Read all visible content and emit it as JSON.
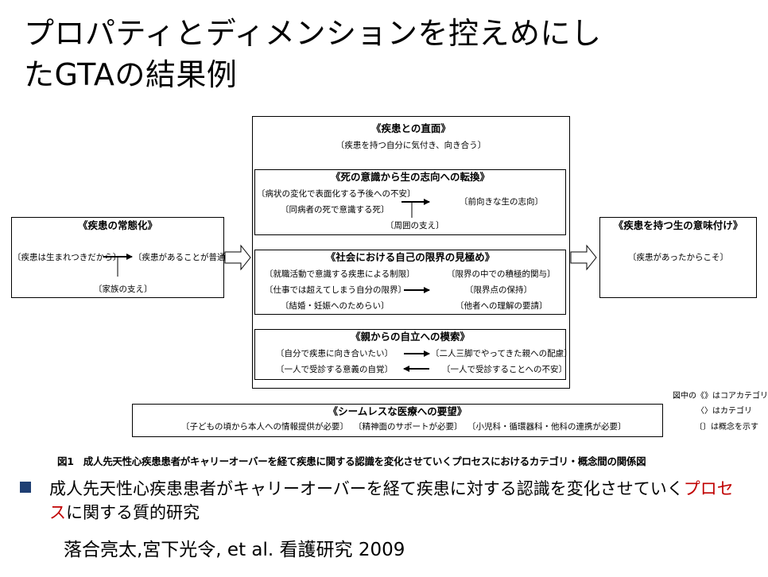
{
  "title": {
    "line1": "プロパティとディメンションを控えめにし",
    "line2": "たGTAの結果例"
  },
  "figure": {
    "left_box": {
      "header": "《疾患の常態化》",
      "item1": "〔疾患は生まれつきだから〕",
      "item2": "〔疾患があることが普通〕",
      "item3": "〔家族の支え〕"
    },
    "center_box": {
      "header": "《疾患との直面》",
      "item": "〔疾患を持つ自分に気付き、向き合う〕"
    },
    "sub1": {
      "header": "《死の意識から生の志向への転換》",
      "item1": "〔病状の変化で表面化する予後への不安〕",
      "item2": "〔同病者の死で意識する死〕",
      "item3": "〔前向きな生の志向〕",
      "item4": "〔周囲の支え〕"
    },
    "sub2": {
      "header": "《社会における自己の限界の見極め》",
      "item1": "〔就職活動で意識する疾患による制限〕",
      "item2": "〔仕事では超えてしまう自分の限界〕",
      "item3": "〔結婚・妊娠へのためらい〕",
      "item4": "〔限界の中での積極的関与〕",
      "item5": "〔限界点の保持〕",
      "item6": "〔他者への理解の要請〕"
    },
    "sub3": {
      "header": "《親からの自立への模索》",
      "item1": "〔自分で疾患に向き合いたい〕",
      "item2": "〔一人で受診する意義の自覚〕",
      "item3": "〔二人三脚でやってきた親への配慮〕",
      "item4": "〔一人で受診することへの不安〕"
    },
    "right_box": {
      "header": "《疾患を持つ生の意味付け》",
      "item": "〔疾患があったからこそ〕"
    },
    "bottom_box": {
      "header": "《シームレスな医療への要望》",
      "item1": "〔子どもの頃から本人への情報提供が必要〕",
      "item2": "〔精神面のサポートが必要〕",
      "item3": "〔小児科・循環器科・他科の連携が必要〕"
    },
    "legend": {
      "line1": "図中の《》はコアカテゴリ",
      "line2": "〈〉はカテゴリ",
      "line3": "〔〕は概念を示す"
    },
    "caption": "図1　成人先天性心疾患患者がキャリーオーバーを経て疾患に関する認識を変化させていくプロセスにおけるカテゴリ・概念間の関係図"
  },
  "bullet": {
    "text_before": "成人先天性心疾患患者がキャリーオーバーを経て疾患に対する認識を変化させていく",
    "highlight": "プロセス",
    "text_after": "に関する質的研究",
    "highlight_color": "#c00000",
    "bullet_color": "#1f3f73"
  },
  "citation": "落合亮太,宮下光令, et al. 看護研究 2009"
}
